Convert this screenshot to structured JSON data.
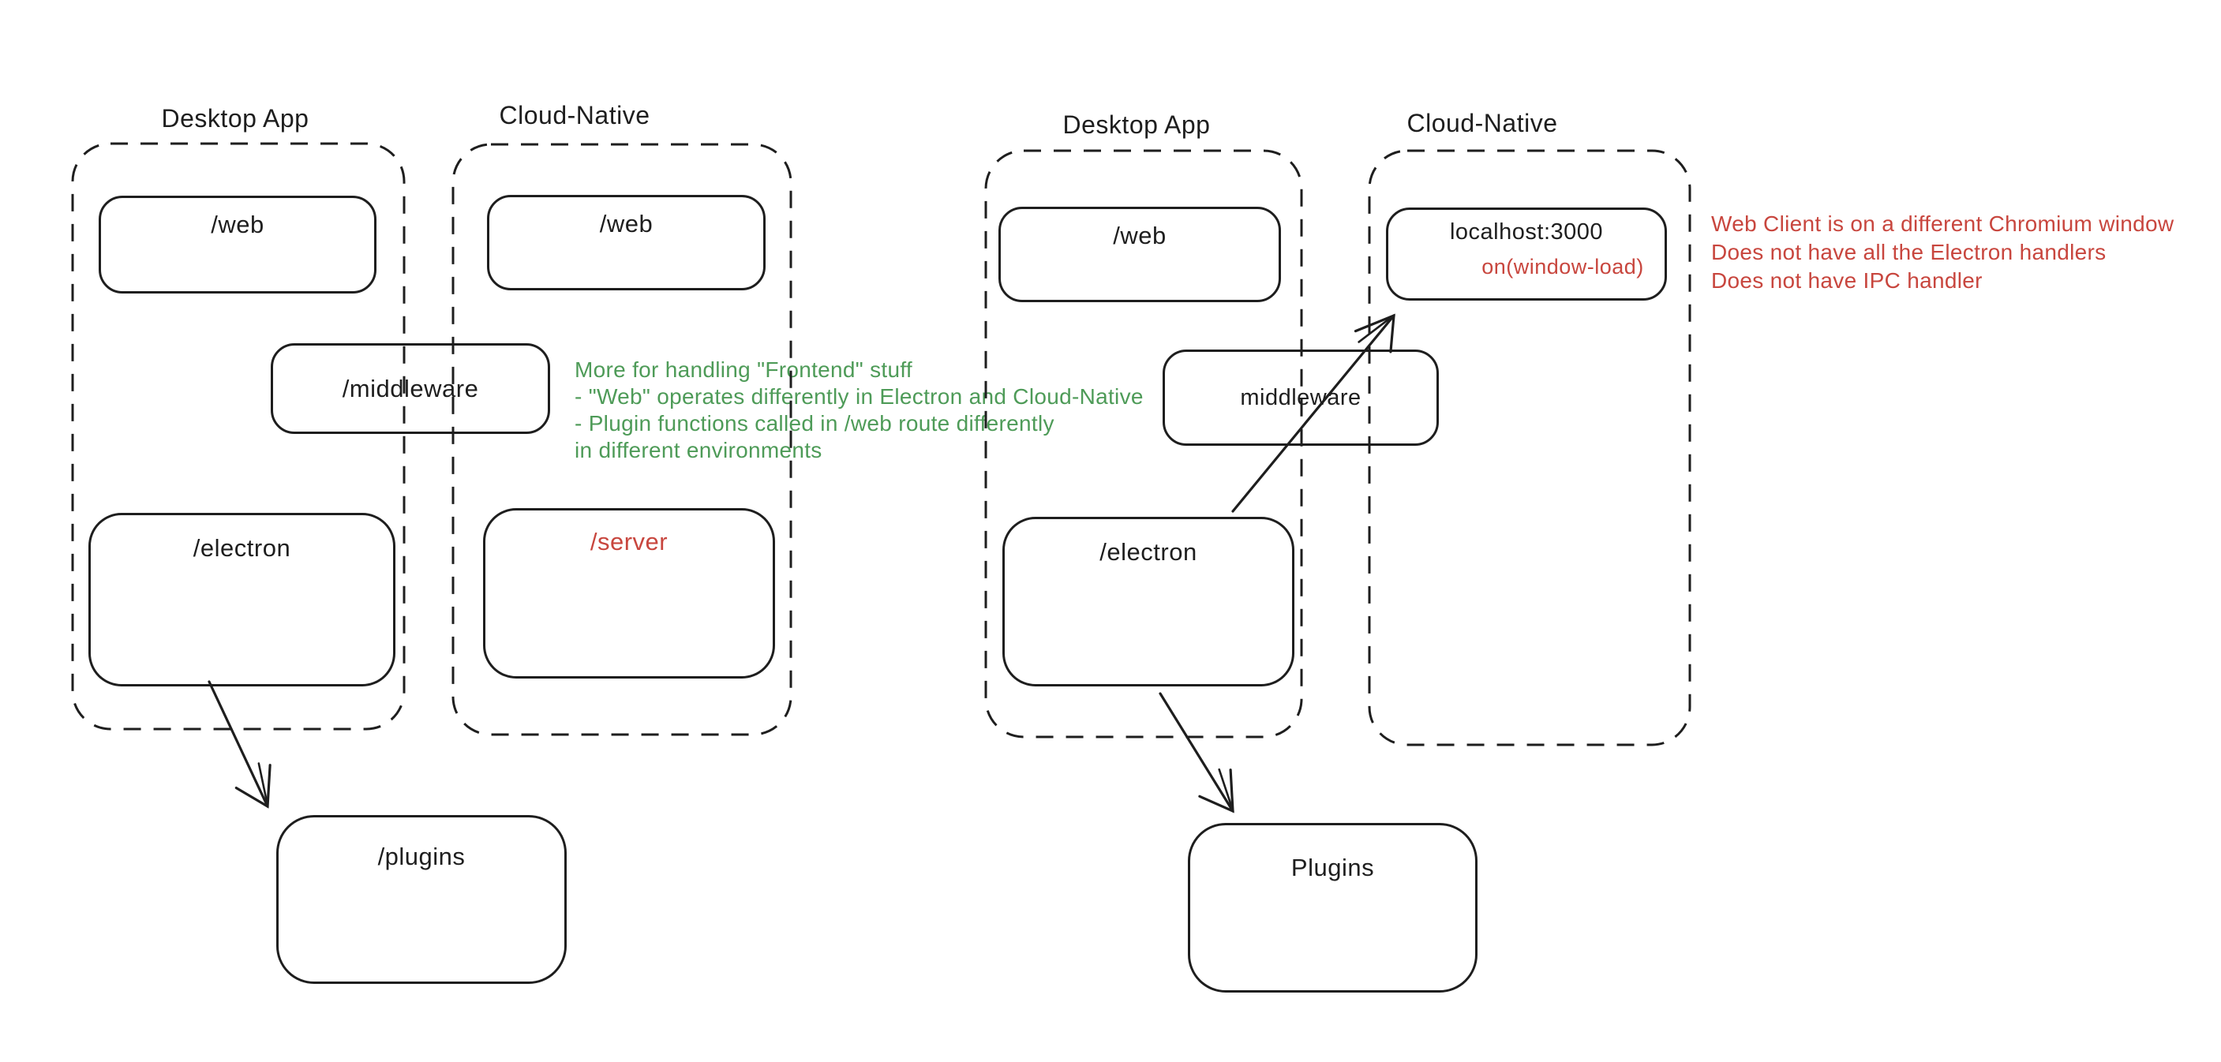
{
  "colors": {
    "stroke": "#1e1e1e",
    "red": "#c8463e",
    "green": "#4e9b58",
    "background": "#ffffff"
  },
  "left": {
    "desktop_label": "Desktop App",
    "cloud_label": "Cloud-Native",
    "boxes": {
      "web_desktop": "/web",
      "web_cloud": "/web",
      "middleware": "/middleware",
      "electron": "/electron",
      "server": "/server",
      "plugins": "/plugins"
    },
    "note": [
      "More for handling \"Frontend\" stuff",
      "- \"Web\" operates differently in Electron and Cloud-Native",
      "- Plugin functions called in /web route differently",
      "in different environments"
    ]
  },
  "right": {
    "desktop_label": "Desktop App",
    "cloud_label": "Cloud-Native",
    "boxes": {
      "web": "/web",
      "localhost": "localhost:3000",
      "localhost_sub": "on(window-load)",
      "middleware": "middleware",
      "electron": "/electron",
      "plugins": "Plugins"
    },
    "note": [
      "Web Client is on a different Chromium window",
      "Does not have all the Electron handlers",
      "Does not have IPC handler"
    ]
  }
}
